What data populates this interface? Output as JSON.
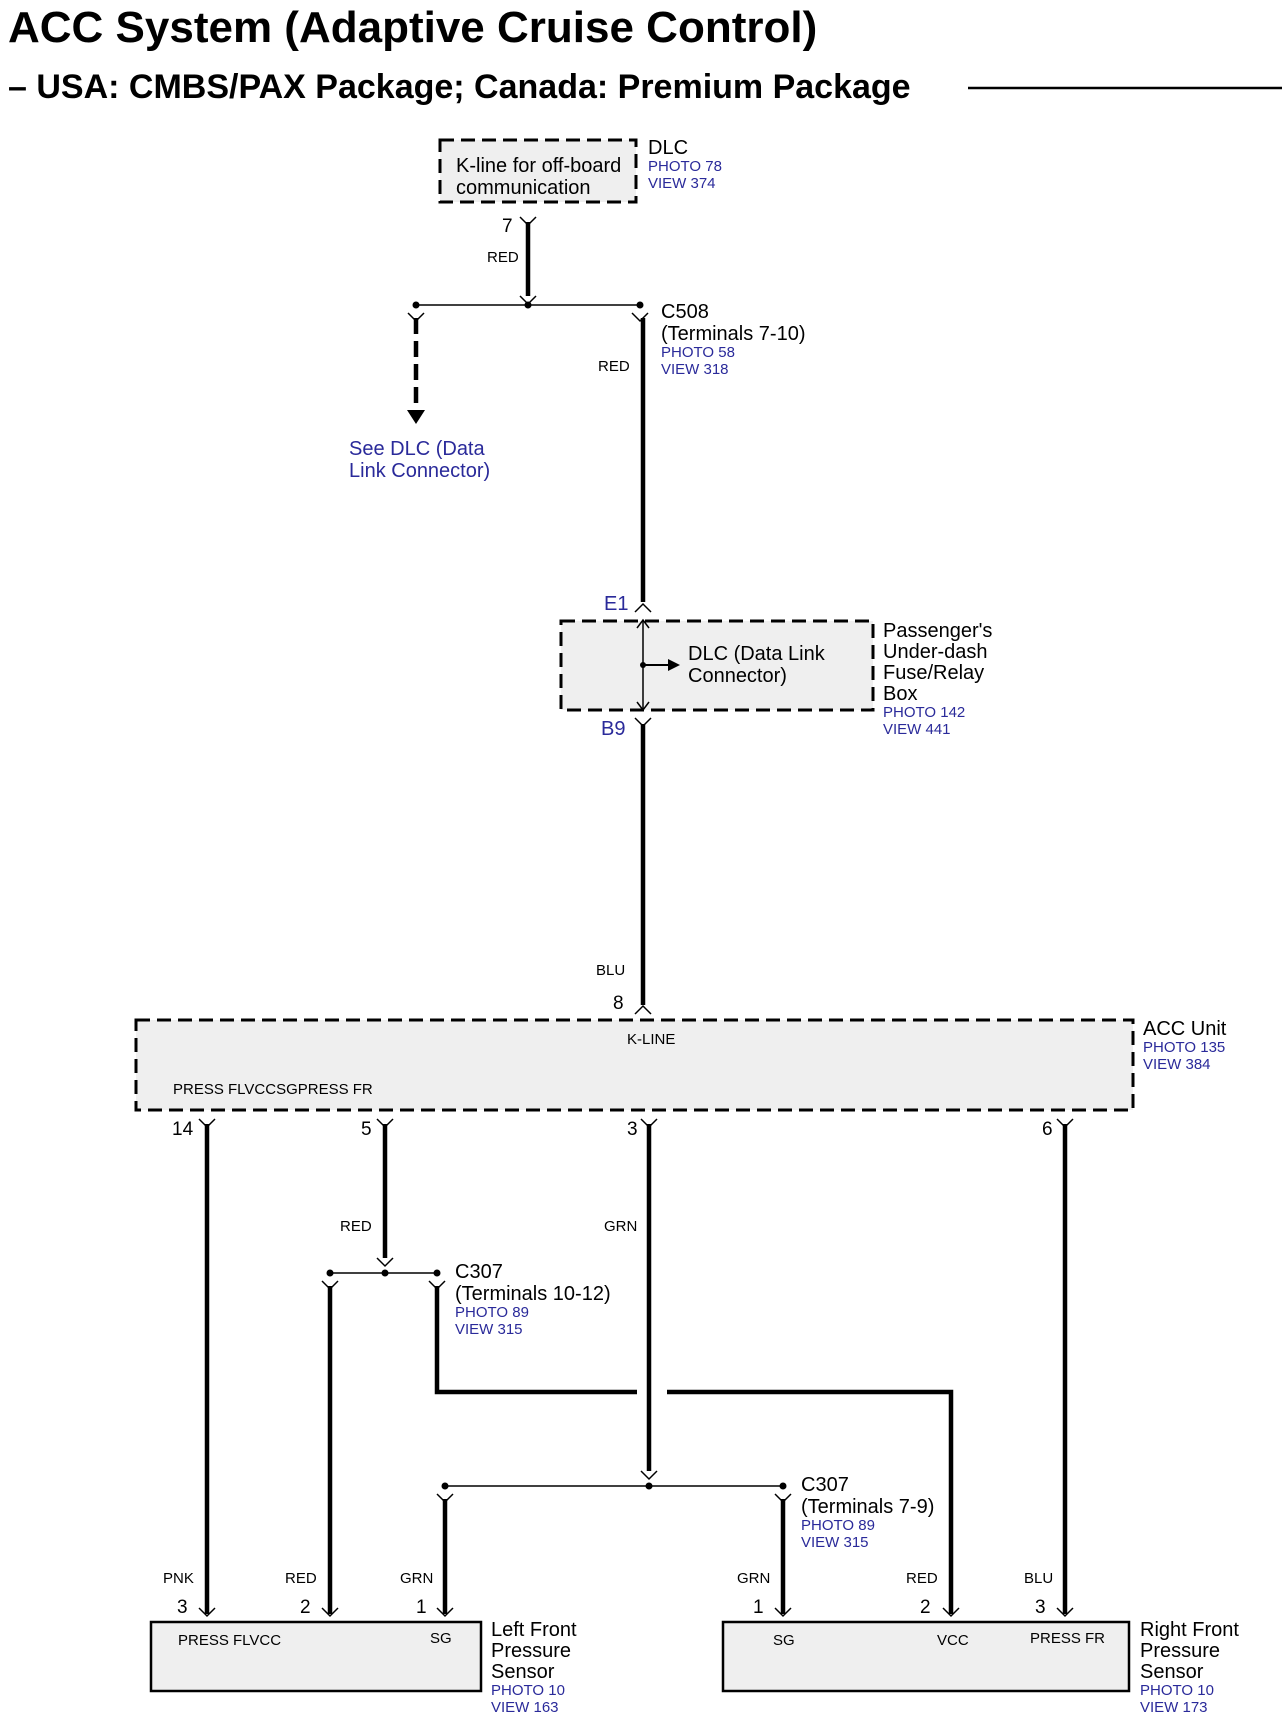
{
  "title": "ACC System (Adaptive Cruise Control)",
  "subtitle": "– USA: CMBS/PAX Package; Canada: Premium Package",
  "dlc_top": {
    "box_text": [
      "K-line for off-board",
      "communication"
    ],
    "name": "DLC",
    "photo": "PHOTO 78",
    "view": "VIEW 374",
    "pin": "7",
    "wire": "RED"
  },
  "c508": {
    "name": "C508",
    "terminals": "(Terminals 7-10)",
    "photo": "PHOTO 58",
    "view": "VIEW 318",
    "wire": "RED"
  },
  "see_dlc": [
    "See DLC (Data",
    "Link Connector)"
  ],
  "fuse_box": {
    "pin_in": "E1",
    "pin_out": "B9",
    "inner": [
      "DLC (Data Link",
      "Connector)"
    ],
    "name": [
      "Passenger's",
      "Under-dash",
      "Fuse/Relay",
      "Box"
    ],
    "photo": "PHOTO 142",
    "view": "VIEW 441"
  },
  "acc_unit": {
    "wire_in": "BLU",
    "pin_in": "8",
    "k_line": "K-LINE",
    "bottom_label": "PRESS FLVCCSGPRESS FR",
    "name": "ACC Unit",
    "photo": "PHOTO 135",
    "view": "VIEW 384",
    "pins": [
      "14",
      "5",
      "3",
      "6"
    ]
  },
  "wires_mid": {
    "red": "RED",
    "grn": "GRN"
  },
  "c307_a": {
    "name": "C307",
    "terminals": "(Terminals 10-12)",
    "photo": "PHOTO 89",
    "view": "VIEW 315"
  },
  "c307_b": {
    "name": "C307",
    "terminals": "(Terminals 7-9)",
    "photo": "PHOTO 89",
    "view": "VIEW 315"
  },
  "left_sensor": {
    "wires": [
      "PNK",
      "RED",
      "GRN"
    ],
    "pins": [
      "3",
      "2",
      "1"
    ],
    "labels": [
      "PRESS FLVCC",
      "SG"
    ],
    "name": [
      "Left Front",
      "Pressure",
      "Sensor"
    ],
    "photo": "PHOTO 10",
    "view": "VIEW 163"
  },
  "right_sensor": {
    "wires": [
      "GRN",
      "RED",
      "BLU"
    ],
    "pins": [
      "1",
      "2",
      "3"
    ],
    "labels": [
      "SG",
      "VCC",
      "PRESS FR"
    ],
    "name": [
      "Right Front",
      "Pressure",
      "Sensor"
    ],
    "photo": "PHOTO 10",
    "view": "VIEW 173"
  }
}
